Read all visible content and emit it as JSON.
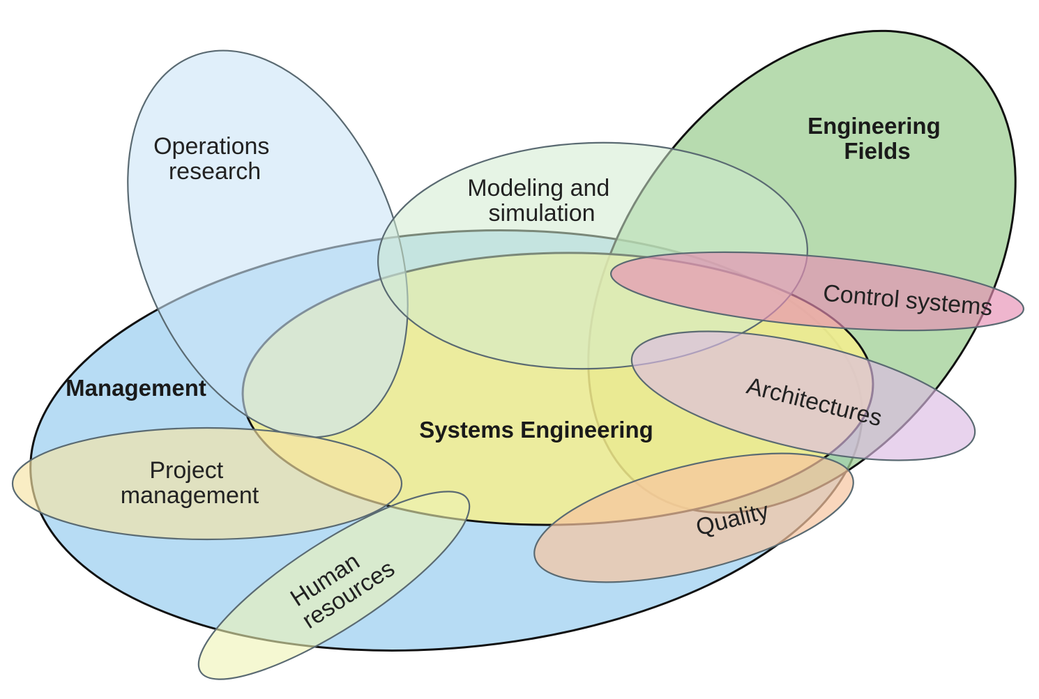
{
  "diagram": {
    "regions": [
      {
        "id": "management",
        "label_lines": [
          "Management"
        ],
        "fill": "#9fd0f0",
        "fill_opacity": 0.75,
        "stroke": "#111111",
        "bold": true
      },
      {
        "id": "engineering-fields",
        "label_lines": [
          "Engineering",
          "Fields"
        ],
        "fill": "#9fcf94",
        "fill_opacity": 0.75,
        "stroke": "#111111",
        "bold": true
      },
      {
        "id": "systems-engineering",
        "label_lines": [
          "Systems Engineering"
        ],
        "fill": "#f6ef8e",
        "fill_opacity": 0.85,
        "stroke": "#111111",
        "bold": true
      },
      {
        "id": "operations-research",
        "label_lines": [
          "Operations",
          "research"
        ],
        "fill": "#cce4f6",
        "fill_opacity": 0.6,
        "stroke": "#5a6a72",
        "bold": false
      },
      {
        "id": "modeling-and-simulation",
        "label_lines": [
          "Modeling and",
          "simulation"
        ],
        "fill": "#d2ebd0",
        "fill_opacity": 0.55,
        "stroke": "#5a6a72",
        "bold": false
      },
      {
        "id": "control-systems",
        "label_lines": [
          "Control systems"
        ],
        "fill": "#e68fb4",
        "fill_opacity": 0.65,
        "stroke": "#5a6a72",
        "bold": false
      },
      {
        "id": "architectures",
        "label_lines": [
          "Architectures"
        ],
        "fill": "#dcbbe4",
        "fill_opacity": 0.65,
        "stroke": "#5a6a72",
        "bold": false
      },
      {
        "id": "quality",
        "label_lines": [
          "Quality"
        ],
        "fill": "#f7c4a0",
        "fill_opacity": 0.7,
        "stroke": "#5a6a72",
        "bold": false
      },
      {
        "id": "project-management",
        "label_lines": [
          "Project",
          "management"
        ],
        "fill": "#f6e3a4",
        "fill_opacity": 0.65,
        "stroke": "#5a6a72",
        "bold": false
      },
      {
        "id": "human-resources",
        "label_lines": [
          "Human",
          "resources"
        ],
        "fill": "#eef3b4",
        "fill_opacity": 0.6,
        "stroke": "#5a6a72",
        "bold": false
      }
    ]
  }
}
